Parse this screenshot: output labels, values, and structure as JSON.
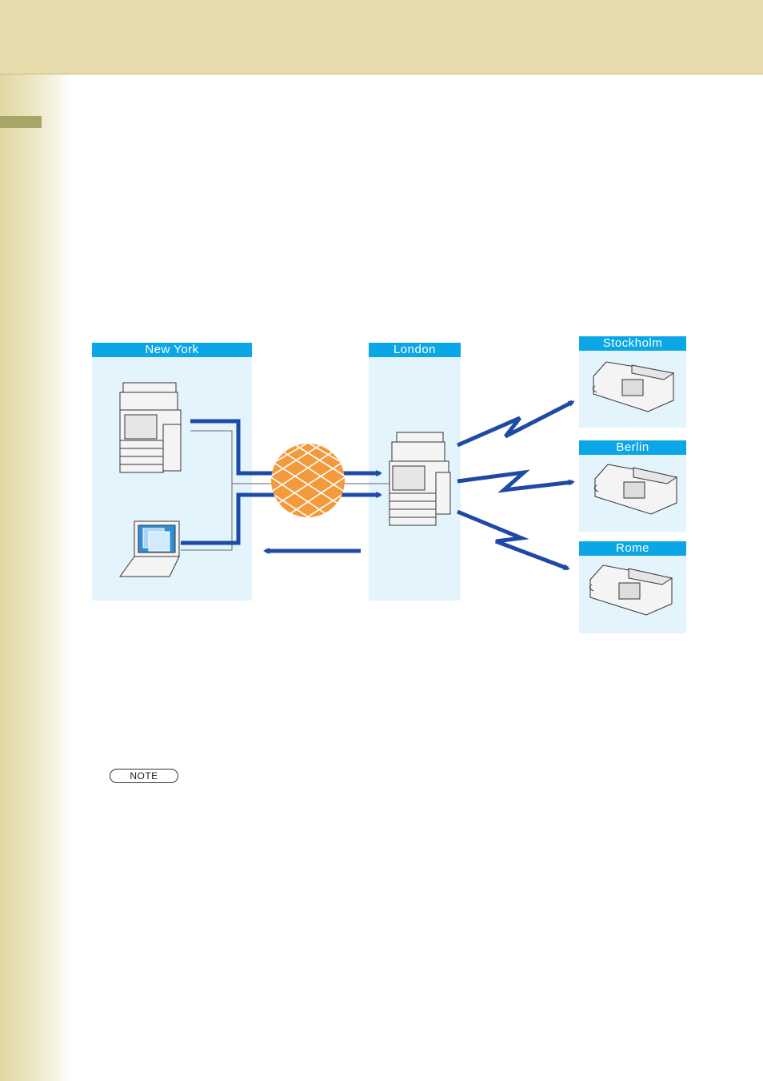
{
  "diagram": {
    "locations": {
      "new_york": "New York",
      "london": "London",
      "stockholm": "Stockholm",
      "berlin": "Berlin",
      "rome": "Rome"
    }
  },
  "note": {
    "label": "NOTE"
  },
  "colors": {
    "header_bg": "#e6dcab",
    "region_bg": "#e3f4fc",
    "label_bg": "#0aa6e6",
    "arrow_blue": "#1e4aa6",
    "globe_orange": "#f39a3c"
  }
}
